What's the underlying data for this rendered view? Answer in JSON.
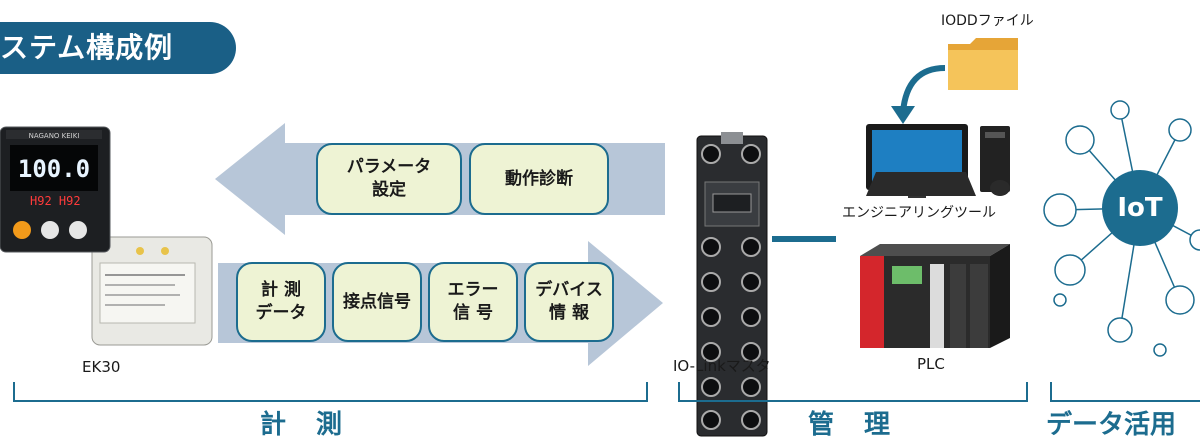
{
  "banner": {
    "title": "ステム構成例"
  },
  "arrows": {
    "top_items": [
      "パラメータ\n設定",
      "動作診断"
    ],
    "bottom_items": [
      "計 測\nデータ",
      "接点信号",
      "エラー\n信 号",
      "デバイス\n情 報"
    ]
  },
  "device": {
    "name": "EK30",
    "brand": "NAGANO KEIKI",
    "display_value": "100.0"
  },
  "master": {
    "label": "IO-Linkマスタ"
  },
  "software": {
    "iodd_label": "IODDファイル",
    "tool_label": "エンジニアリングツール"
  },
  "plc": {
    "label": "PLC"
  },
  "iot": {
    "label": "IoT"
  },
  "sections": {
    "measure": "計　測",
    "manage": "管　理",
    "data_use": "データ活用"
  },
  "colors": {
    "accent": "#1c6c8f",
    "arrow": "#b7c6d8",
    "pill_fill": "#eef3d4",
    "banner": "#1a5f86"
  }
}
